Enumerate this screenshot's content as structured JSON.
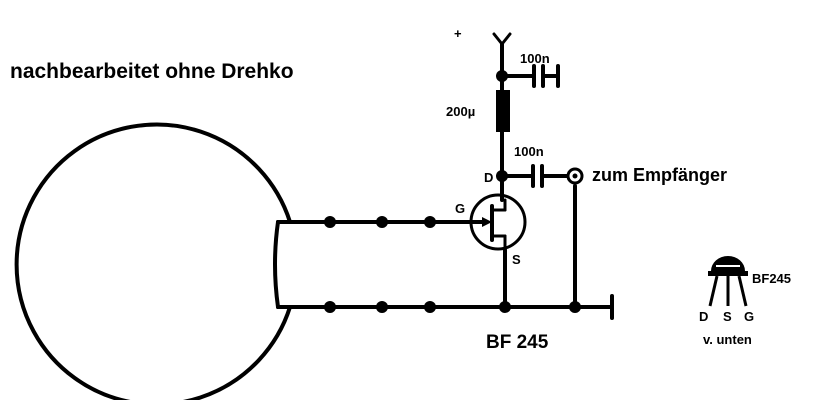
{
  "title": "nachbearbeitet ohne Drehko",
  "supply": {
    "plus_label": "+"
  },
  "components": {
    "cap_top_label": "100n",
    "choke_label": "200µ",
    "cap_out_label": "100n",
    "transistor_label": "BF 245"
  },
  "pins": {
    "drain": "D",
    "gate": "G",
    "source": "S"
  },
  "output": {
    "label": "zum Empfänger"
  },
  "pinout": {
    "part": "BF245",
    "pin_d": "D",
    "pin_s": "S",
    "pin_g": "G",
    "view": "v. unten"
  }
}
